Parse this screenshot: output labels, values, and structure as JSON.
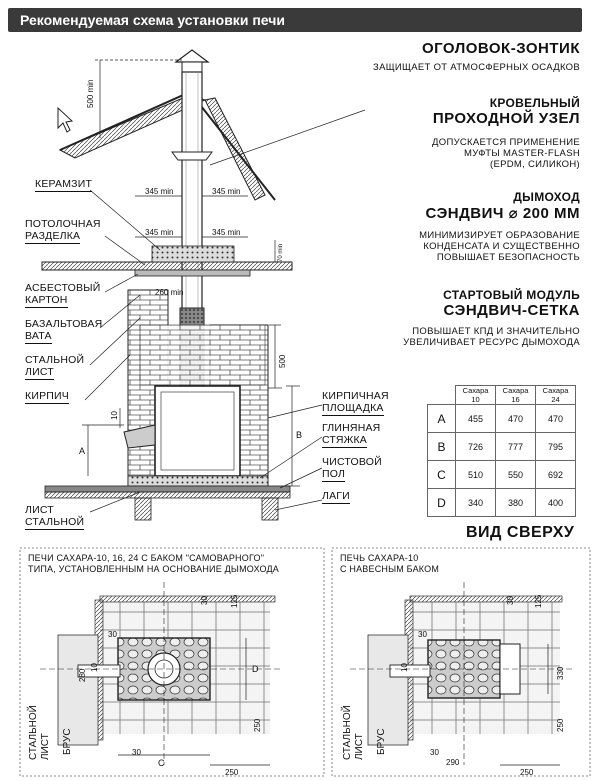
{
  "header": {
    "title": "Рекомендуемая схема установки печи"
  },
  "sections": {
    "cap": {
      "title": "ОГОЛОВОК-ЗОНТИК",
      "note": "ЗАЩИЩАЕТ ОТ АТМОСФЕРНЫХ ОСАДКОВ"
    },
    "roof": {
      "title1": "КРОВЕЛЬНЫЙ",
      "title2": "ПРОХОДНОЙ УЗЕЛ",
      "note1": "ДОПУСКАЕТСЯ ПРИМЕНЕНИЕ",
      "note2": "МУФТЫ MASTER-FLASH",
      "note3": "(EPDM, СИЛИКОН)"
    },
    "flue": {
      "title1": "ДЫМОХОД",
      "title2": "СЭНДВИЧ ⌀ 200 ММ",
      "note1": "МИНИМИЗИРУЕТ ОБРАЗОВАНИЕ",
      "note2": "КОНДЕНСАТА И СУЩЕСТВЕННО",
      "note3": "ПОВЫШАЕТ БЕЗОПАСНОСТЬ"
    },
    "start": {
      "title1": "СТАРТОВЫЙ МОДУЛЬ",
      "title2": "СЭНДВИЧ-СЕТКА",
      "note1": "ПОВЫШАЕТ КПД И ЗНАЧИТЕЛЬНО",
      "note2": "УВЕЛИЧИВАЕТ РЕСУРС ДЫМОХОДА"
    }
  },
  "labels": {
    "keramzit": "КЕРАМЗИТ",
    "ceiling1": "ПОТОЛОЧНАЯ",
    "ceiling2": "РАЗДЕЛКА",
    "asbestos1": "АСБЕСТОВЫЙ",
    "asbestos2": "КАРТОН",
    "basalt1": "БАЗАЛЬТОВАЯ",
    "basalt2": "ВАТА",
    "steel1": "СТАЛЬНОЙ",
    "steel2": "ЛИСТ",
    "brick": "КИРПИЧ",
    "brickpad1": "КИРПИЧНАЯ",
    "brickpad2": "ПЛОЩАДКА",
    "clay1": "ГЛИНЯНАЯ",
    "clay2": "СТЯЖКА",
    "floor1": "ЧИСТОВОЙ",
    "floor2": "ПОЛ",
    "lagi": "ЛАГИ",
    "sheet1": "ЛИСТ",
    "sheet2": "СТАЛЬНОЙ"
  },
  "dims": {
    "d500min": "500 min",
    "d345a": "345 min",
    "d345b": "345 min",
    "d345c": "345 min",
    "d345d": "345 min",
    "d260": "260 min",
    "d70": "70 min",
    "d500": "500",
    "d10": "10",
    "dA": "A",
    "dB": "B"
  },
  "table": {
    "headers": [
      "Сахара 10",
      "Сахара 16",
      "Сахара 24"
    ],
    "rows": [
      {
        "label": "A",
        "values": [
          "455",
          "470",
          "470"
        ]
      },
      {
        "label": "B",
        "values": [
          "726",
          "777",
          "795"
        ]
      },
      {
        "label": "C",
        "values": [
          "510",
          "550",
          "692"
        ]
      },
      {
        "label": "D",
        "values": [
          "340",
          "380",
          "400"
        ]
      }
    ]
  },
  "topview": {
    "title": "ВИД СВЕРХУ",
    "left_note1": "ПЕЧИ САХАРА-10, 16, 24 С БАКОМ \"САМОВАРНОГО\"",
    "left_note2": "ТИПА, УСТАНОВЛЕННЫМ НА ОСНОВАНИЕ ДЫМОХОДА",
    "right_note1": "ПЕЧЬ САХАРА-10",
    "right_note2": "С НАВЕСНЫМ БАКОМ",
    "steel1": "СТАЛЬНОЙ",
    "steel2": "ЛИСТ",
    "brus": "БРУС",
    "steel1b": "СТАЛЬНОЙ",
    "steel2b": "ЛИСТ",
    "brusb": "БРУС",
    "dims_left": {
      "d30a": "30",
      "d125": "125",
      "d30b": "30",
      "d280": "280",
      "d10": "10",
      "dD": "D",
      "d250a": "250",
      "d30c": "30",
      "dC": "C",
      "d250b": "250"
    },
    "dims_right": {
      "d30a": "30",
      "d125": "125",
      "d30b": "30",
      "d330": "330",
      "d10": "10",
      "d250a": "250",
      "d30c": "30",
      "d290": "290",
      "d250b": "250"
    }
  }
}
